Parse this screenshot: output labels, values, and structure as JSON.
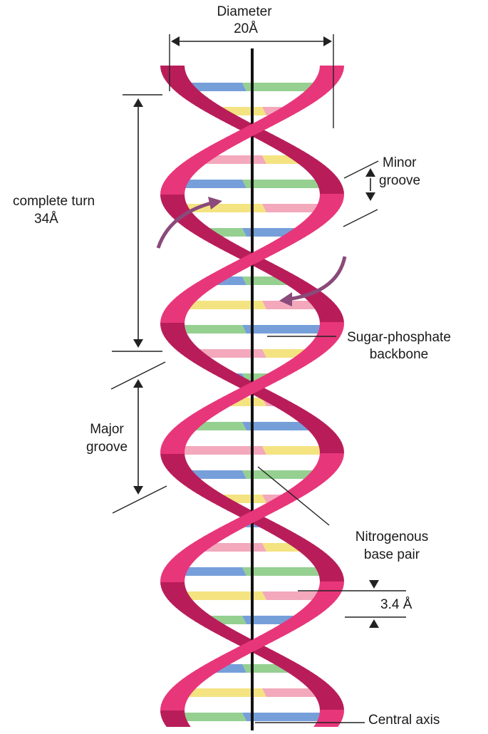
{
  "labels": {
    "diameter_title": "Diameter",
    "diameter_value": "20Å",
    "complete_turn_line1": "complete turn",
    "complete_turn_line2": "34Å",
    "minor_groove_line1": "Minor",
    "minor_groove_line2": "groove",
    "backbone_line1": "Sugar-phosphate",
    "backbone_line2": "backbone",
    "major_groove_line1": "Major",
    "major_groove_line2": "groove",
    "base_pair_line1": "Nitrogenous",
    "base_pair_line2": "base pair",
    "rise": "3.4 Å",
    "central_axis": "Central axis"
  },
  "colors": {
    "strand": "#e8367a",
    "strand_dark": "#b81d5a",
    "arrow_rotation": "#8a4a7a",
    "axis": "#111111",
    "base_blue": "#6f9ad8",
    "base_yellow": "#f3e27a",
    "base_green": "#8fce8b",
    "base_pink": "#f2a3b8"
  }
}
